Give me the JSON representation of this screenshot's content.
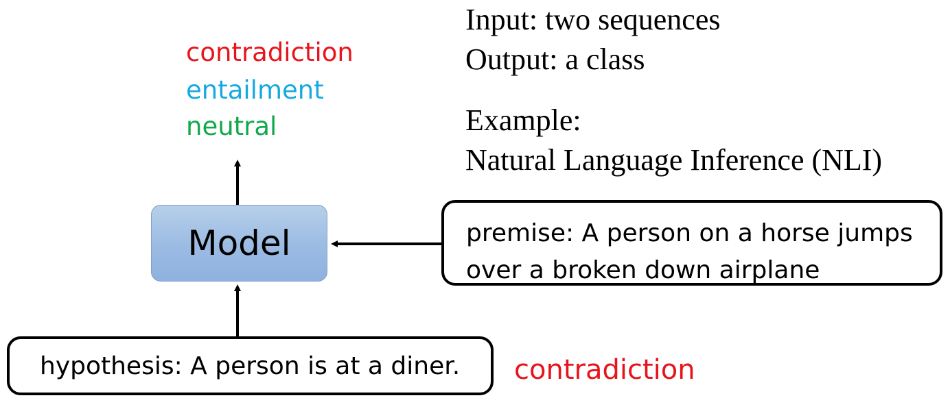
{
  "classes": {
    "contradiction": "contradiction",
    "entailment": "entailment",
    "neutral": "neutral"
  },
  "description": {
    "input": "Input: two sequences",
    "output": "Output: a class",
    "example": "Example:",
    "task": "Natural Language Inference (NLI)"
  },
  "model": {
    "label": "Model"
  },
  "premise": {
    "line1": "premise: A person on a horse jumps",
    "line2": "over a broken down airplane"
  },
  "hypothesis": {
    "text": "hypothesis: A person is at a diner."
  },
  "result": {
    "label": "contradiction"
  },
  "colors": {
    "contradiction": "#e8141b",
    "entailment": "#15a9e0",
    "neutral": "#12a84b",
    "model_fill": "#9bbbe3",
    "model_border": "#7f9fc8",
    "stroke": "#000000"
  }
}
